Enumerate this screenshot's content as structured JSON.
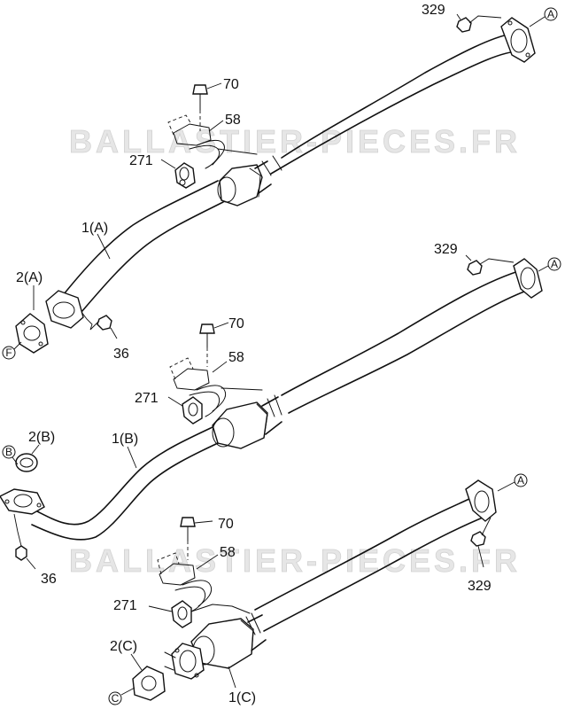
{
  "watermark": "BALLASTIER-PIECES.FR",
  "assemblies": [
    {
      "pipe_label": "1(A)",
      "gasket_label": "2(A)",
      "nut_label": "36",
      "bracket_label": "58",
      "bolt_label": "70",
      "hanger_label": "271",
      "flange_nut_label": "329",
      "conn_end": "A",
      "conn_front": "F"
    },
    {
      "pipe_label": "1(B)",
      "gasket_label": "2(B)",
      "nut_label": "36",
      "bracket_label": "58",
      "bolt_label": "70",
      "hanger_label": "271",
      "flange_nut_label": "329",
      "conn_end": "A",
      "conn_front": "B"
    },
    {
      "pipe_label": "1(C)",
      "gasket_label": "2(C)",
      "bracket_label": "58",
      "bolt_label": "70",
      "hanger_label": "271",
      "flange_nut_label": "329",
      "conn_end": "A",
      "conn_front": "C"
    }
  ]
}
